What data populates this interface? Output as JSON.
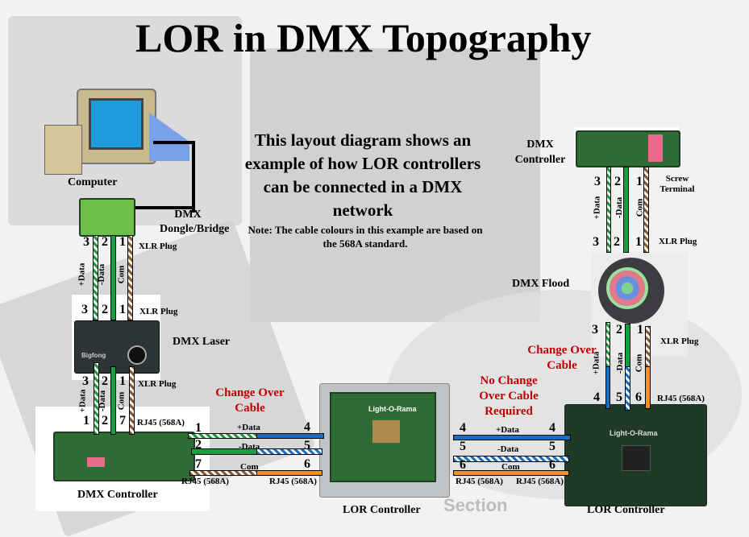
{
  "title": "LOR in DMX Topography",
  "description": "This layout diagram shows an example of how LOR controllers can be connected in a DMX network",
  "note": "Note: The cable colours in this example are based on the 568A standard.",
  "devices": {
    "computer": "Computer",
    "dongle": "DMX Dongle/Bridge",
    "laser": "DMX Laser",
    "dmx_controller_left": "DMX Controller",
    "lor_controller_mid": "LOR Controller",
    "lor_controller_right": "LOR Controller",
    "dmx_controller_right": "DMX Controller",
    "flood": "DMX Flood"
  },
  "labels": {
    "xlr_plug": "XLR Plug",
    "rj45": "RJ45  (568A)",
    "screw_terminal": "Screw Terminal",
    "plus_data": "+Data",
    "minus_data": "-Data",
    "com": "Com",
    "change_over": "Change Over Cable",
    "no_change_over": "No Change Over Cable Required",
    "board_logo": "Light-O-Rama",
    "laser_brand": "Bigfong",
    "section_watermark": "Section"
  },
  "pins": {
    "p1": "1",
    "p2": "2",
    "p3": "3",
    "p4": "4",
    "p5": "5",
    "p6": "6",
    "p7": "7"
  },
  "colors": {
    "green_white": "#1a9a3a",
    "green": "#13a13f",
    "brown_white": "#8a5a2b",
    "blue": "#1570c4",
    "orange": "#f7940c",
    "red_text": "#c00000"
  }
}
